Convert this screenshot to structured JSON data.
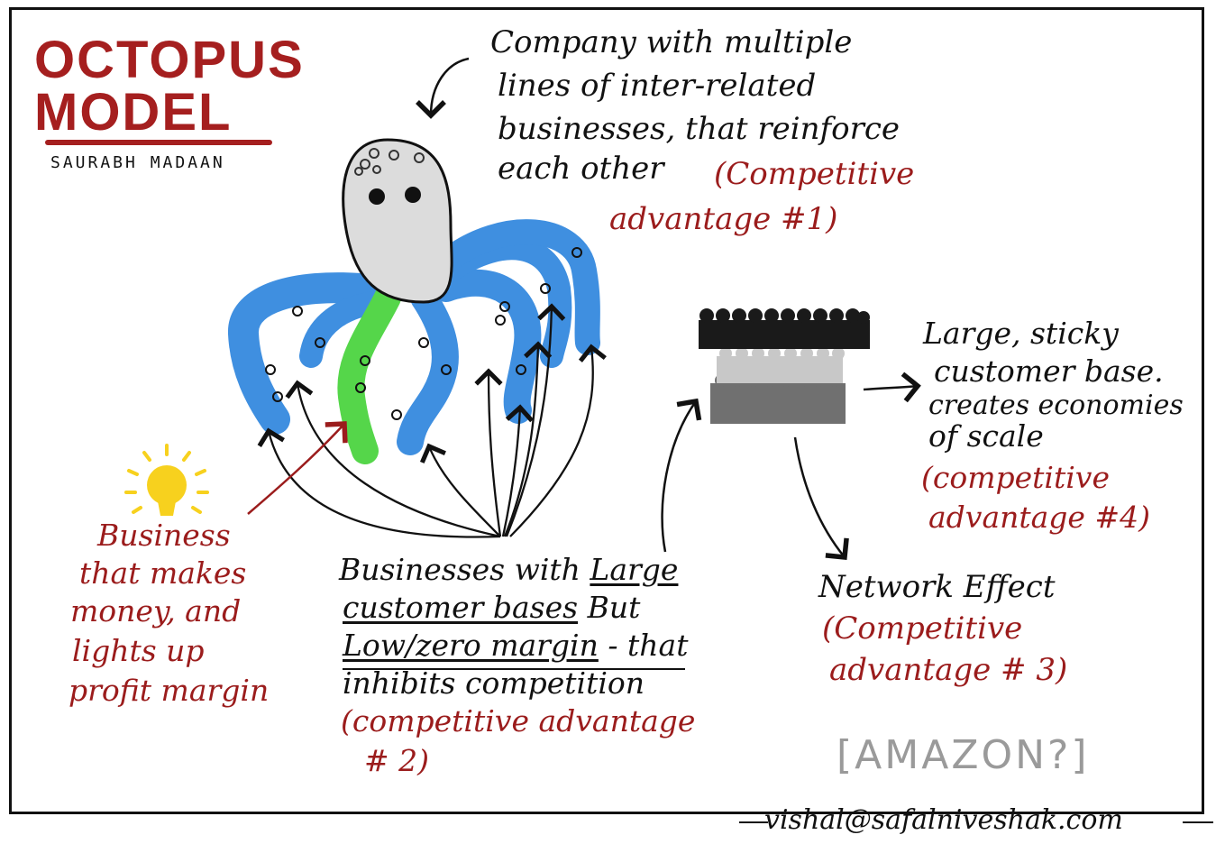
{
  "title": {
    "line1": "OCTOPUS",
    "line2": "MODEL"
  },
  "author": "SAURABH MADAAN",
  "company_note": {
    "lines": [
      "Company with multiple",
      "lines of inter-related",
      "businesses, that reinforce",
      "each other"
    ],
    "advantage_line1": "(Competitive",
    "advantage_line2": "advantage #1)"
  },
  "profit_business": {
    "lines": [
      "Business",
      "that makes",
      "money, and",
      "lights up",
      "profit margin"
    ]
  },
  "low_margin_note": {
    "line1_plain": "Businesses with",
    "line1_underlined": "Large",
    "line2_underlined": "customer bases",
    "line2_plain": "But",
    "line3_underlined": "Low/zero margin",
    "line3_plain": "- that",
    "line4": "inhibits competition",
    "advantage_line1": "(competitive advantage",
    "advantage_line2": "# 2)"
  },
  "customer_base_note": {
    "lines": [
      "Large, sticky",
      "customer base.",
      "creates economies",
      "of scale"
    ],
    "advantage_line1": "(competitive",
    "advantage_line2": "advantage #4)"
  },
  "network_effect": {
    "label": "Network Effect",
    "advantage_line1": "(Competitive",
    "advantage_line2": "advantage # 3)"
  },
  "question": "[AMAZON?]",
  "email": "vishal@safalniveshak.com",
  "colors": {
    "title_red": "#a51f1f",
    "note_red": "#9b1c1c",
    "octopus_head": "#dcdcdc",
    "tentacle_blue": "#3f8fe0",
    "tentacle_green": "#55d64a",
    "bulb_yellow": "#f7d11e",
    "crowd_dark": "#1a1a1a",
    "crowd_mid": "#8a8a8a",
    "crowd_light": "#c8c8c8"
  },
  "icons": [
    "octopus-illustration",
    "lightbulb-icon",
    "crowd-icon",
    "arrow-icon"
  ]
}
